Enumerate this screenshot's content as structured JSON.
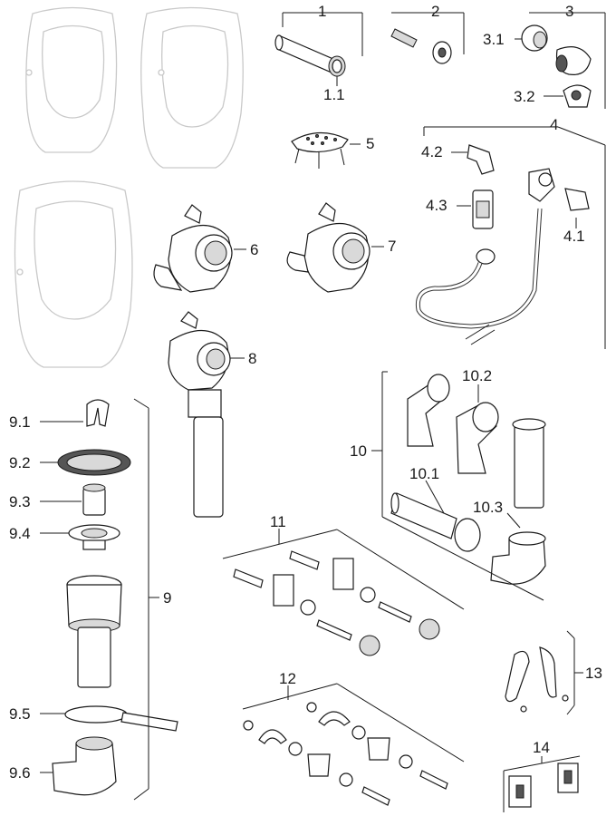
{
  "figure": {
    "title": "Spare parts exploded view",
    "labels": {
      "p1": "1",
      "p1_1": "1.1",
      "p2": "2",
      "p3": "3",
      "p3_1": "3.1",
      "p3_2": "3.2",
      "p4": "4",
      "p4_1": "4.1",
      "p4_2": "4.2",
      "p4_3": "4.3",
      "p5": "5",
      "p6": "6",
      "p7": "7",
      "p8": "8",
      "p9": "9",
      "p9_1": "9.1",
      "p9_2": "9.2",
      "p9_3": "9.3",
      "p9_4": "9.4",
      "p9_5": "9.5",
      "p9_6": "9.6",
      "p10": "10",
      "p10_1": "10.1",
      "p10_2": "10.2",
      "p10_3": "10.3",
      "p11": "11",
      "p12": "12",
      "p13": "13",
      "p14": "14"
    }
  }
}
